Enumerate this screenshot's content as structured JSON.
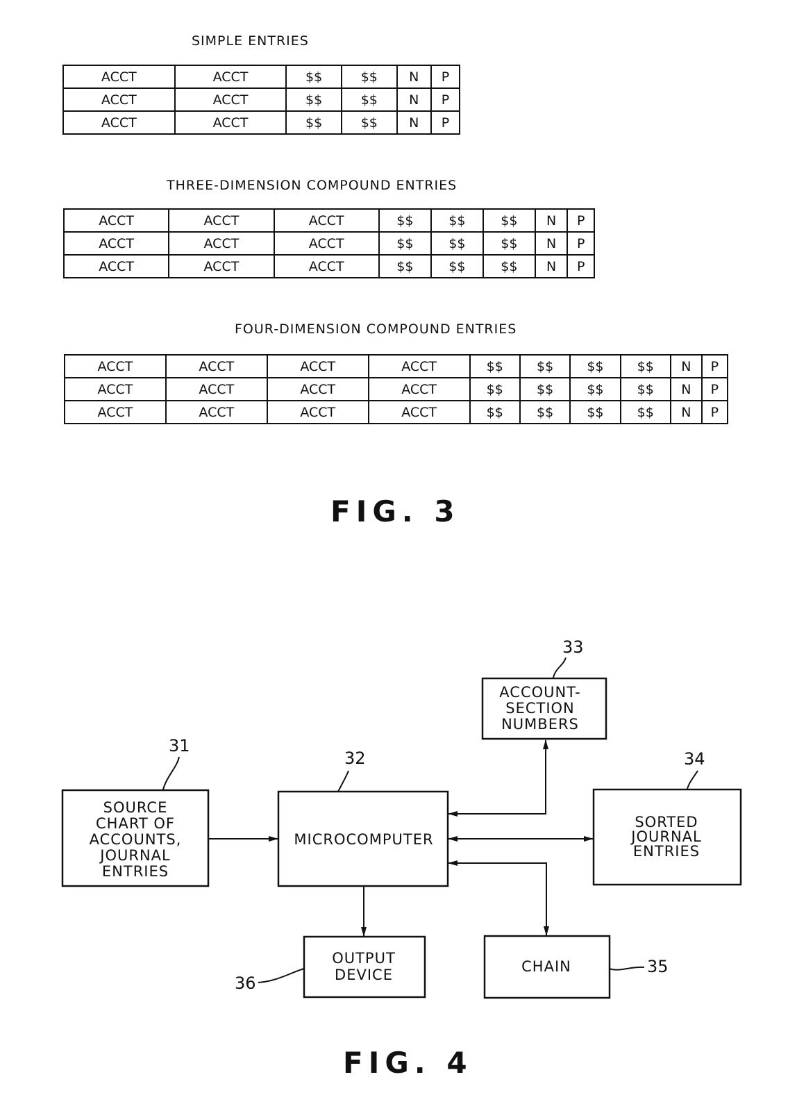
{
  "fig3": {
    "label": "FIG. 3",
    "tables": [
      {
        "title": "SIMPLE ENTRIES",
        "rows": [
          [
            "ACCT",
            "ACCT",
            "$$",
            "$$",
            "N",
            "P"
          ],
          [
            "ACCT",
            "ACCT",
            "$$",
            "$$",
            "N",
            "P"
          ],
          [
            "ACCT",
            "ACCT",
            "$$",
            "$$",
            "N",
            "P"
          ]
        ]
      },
      {
        "title": "THREE-DIMENSION COMPOUND ENTRIES",
        "rows": [
          [
            "ACCT",
            "ACCT",
            "ACCT",
            "$$",
            "$$",
            "$$",
            "N",
            "P"
          ],
          [
            "ACCT",
            "ACCT",
            "ACCT",
            "$$",
            "$$",
            "$$",
            "N",
            "P"
          ],
          [
            "ACCT",
            "ACCT",
            "ACCT",
            "$$",
            "$$",
            "$$",
            "N",
            "P"
          ]
        ]
      },
      {
        "title": "FOUR-DIMENSION COMPOUND ENTRIES",
        "rows": [
          [
            "ACCT",
            "ACCT",
            "ACCT",
            "ACCT",
            "$$",
            "$$",
            "$$",
            "$$",
            "N",
            "P"
          ],
          [
            "ACCT",
            "ACCT",
            "ACCT",
            "ACCT",
            "$$",
            "$$",
            "$$",
            "$$",
            "N",
            "P"
          ],
          [
            "ACCT",
            "ACCT",
            "ACCT",
            "ACCT",
            "$$",
            "$$",
            "$$",
            "$$",
            "N",
            "P"
          ]
        ]
      }
    ]
  },
  "fig4": {
    "label": "FIG. 4",
    "nodes": {
      "source": {
        "ref": "31",
        "lines": [
          "SOURCE",
          "CHART OF",
          "ACCOUNTS,",
          "JOURNAL",
          "ENTRIES"
        ]
      },
      "micro": {
        "ref": "32",
        "lines": [
          "MICROCOMPUTER"
        ]
      },
      "acct": {
        "ref": "33",
        "lines": [
          "ACCOUNT-",
          "SECTION",
          "NUMBERS"
        ]
      },
      "sorted": {
        "ref": "34",
        "lines": [
          "SORTED",
          "JOURNAL",
          "ENTRIES"
        ]
      },
      "chain": {
        "ref": "35",
        "lines": [
          "CHAIN"
        ]
      },
      "output": {
        "ref": "36",
        "lines": [
          "OUTPUT",
          "DEVICE"
        ]
      }
    }
  }
}
